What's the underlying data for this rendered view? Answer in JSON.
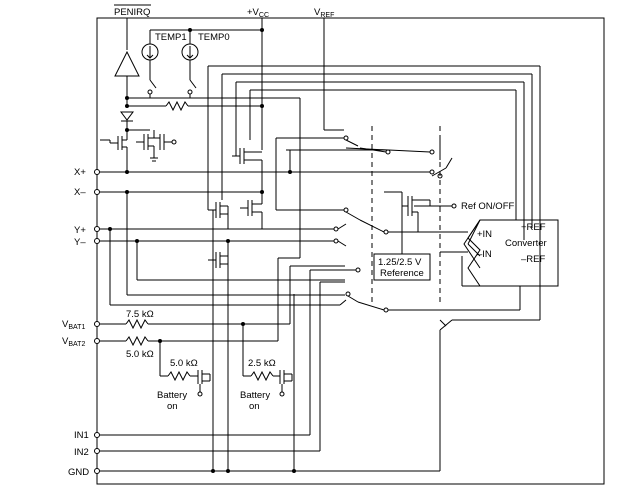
{
  "pins": {
    "penirq": "PENIRQ",
    "vcc": "+V",
    "vcc_sub": "CC",
    "vref": "V",
    "vref_sub": "REF",
    "x_plus": "X+",
    "x_minus": "X–",
    "y_plus": "Y+",
    "y_minus": "Y–",
    "vbat1": "V",
    "vbat1_sub": "BAT1",
    "vbat2": "V",
    "vbat2_sub": "BAT2",
    "in1": "IN1",
    "in2": "IN2",
    "gnd": "GND"
  },
  "sources": {
    "temp1": "TEMP1",
    "temp0": "TEMP0"
  },
  "resistors": {
    "r1": "7.5 kΩ",
    "r2": "5.0 kΩ",
    "r3": "5.0 kΩ",
    "r4": "2.5 kΩ"
  },
  "battery": {
    "line1": "Battery",
    "line2": "on"
  },
  "reference": {
    "line1": "1.25/2.5 V",
    "line2": "Reference",
    "control": "Ref ON/OFF"
  },
  "converter": {
    "plus_in": "+IN",
    "minus_in": "–IN",
    "plus_ref": "+REF",
    "minus_ref": "–REF",
    "label": "Converter"
  }
}
